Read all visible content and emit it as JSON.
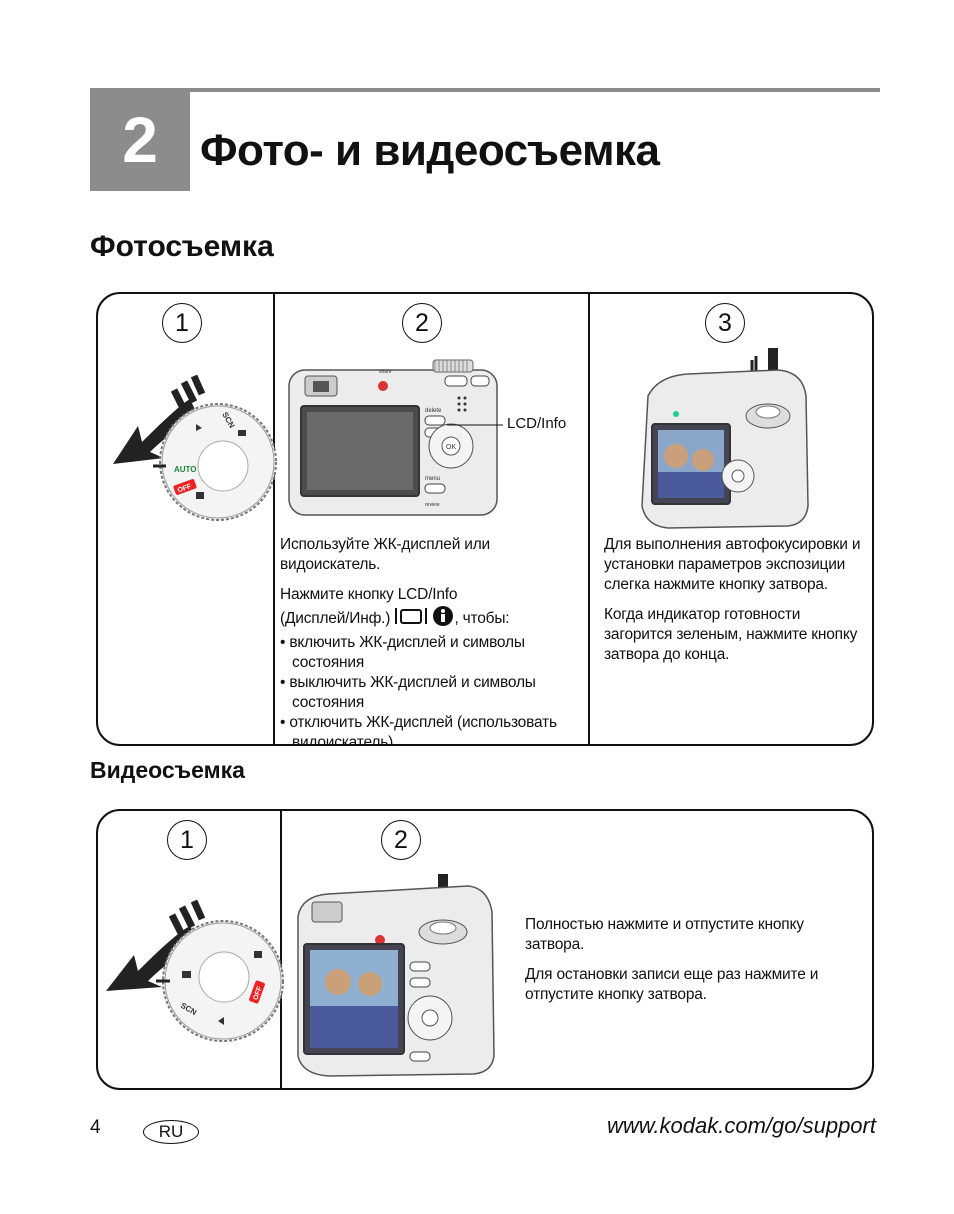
{
  "chapter": {
    "number": "2",
    "title": "Фото- и видеосъемка"
  },
  "photo": {
    "heading": "Фотосъемка",
    "step_numbers": [
      "1",
      "2",
      "3"
    ],
    "dial_labels": {
      "auto": "AUTO",
      "off": "OFF",
      "scn": "SCN"
    },
    "camera_labels": {
      "share": "share",
      "delete": "delete",
      "ok": "OK",
      "menu": "menu",
      "review": "review"
    },
    "callout": "LCD/Info",
    "step2": {
      "p1": "Используйте ЖК-дисплей или видоискатель.",
      "p2_line1": "Нажмите кнопку LCD/Info",
      "p2_line2_before": "(Дисплей/Инф.)",
      "p2_line2_after": ", чтобы:",
      "bullets": [
        "• включить ЖК-дисплей и символы состояния",
        "• выключить ЖК-дисплей и символы состояния",
        "• отключить ЖК-дисплей (использовать видоискатель)"
      ]
    },
    "step3": {
      "p1": "Для выполнения автофокусировки и установки параметров экспозиции слегка нажмите кнопку затвора.",
      "p2": "Когда индикатор готовности загорится зеленым, нажмите кнопку затвора до конца."
    }
  },
  "video": {
    "heading": "Видеосъемка",
    "step_numbers": [
      "1",
      "2"
    ],
    "dial_labels": {
      "off": "OFF",
      "scn": "SCN"
    },
    "p1": "Полностью нажмите и отпустите кнопку затвора.",
    "p2": "Для остановки записи еще раз нажмите и отпустите кнопку затвора."
  },
  "footer": {
    "page": "4",
    "lang": "RU",
    "url": "www.kodak.com/go/support"
  }
}
